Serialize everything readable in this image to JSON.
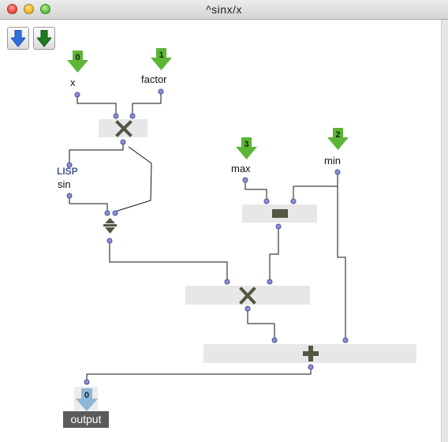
{
  "window": {
    "title": "^sinx/x"
  },
  "toolbar": {
    "buttons": [
      {
        "name": "input-arrow-button",
        "icon": "blue-down-arrow-icon",
        "color": "#2f6fe0"
      },
      {
        "name": "output-arrow-button",
        "icon": "green-down-arrow-icon",
        "color": "#1f7a1f"
      }
    ]
  },
  "patch": {
    "inputs": [
      {
        "index": "0",
        "label": "x"
      },
      {
        "index": "1",
        "label": "factor"
      },
      {
        "index": "3",
        "label": "max"
      },
      {
        "index": "2",
        "label": "min"
      }
    ],
    "boxes": [
      {
        "name": "multiply",
        "symbol": "×"
      },
      {
        "name": "sin",
        "label": "sin",
        "tag": "LISP"
      },
      {
        "name": "divide",
        "symbol": "÷"
      },
      {
        "name": "subtract",
        "symbol": "−"
      },
      {
        "name": "multiply-2",
        "symbol": "×"
      },
      {
        "name": "add",
        "symbol": "+"
      }
    ],
    "output": {
      "index": "0",
      "label": "output"
    }
  },
  "colors": {
    "input_arrow": "#5cb536",
    "output_arrow": "#8fb6d6",
    "box_bg": "#e7e7e7",
    "operator": "#555544",
    "inlet": "#8a8fd8"
  }
}
